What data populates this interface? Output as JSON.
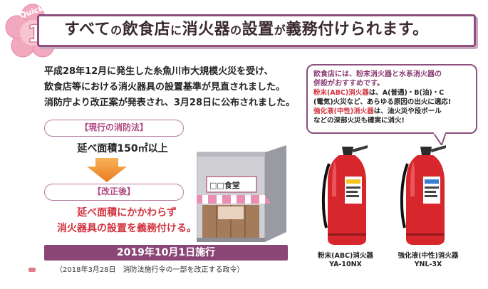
{
  "badge": {
    "label": "Quick",
    "number": "1"
  },
  "title": {
    "part1": "すべて",
    "part2": "の",
    "part3": "飲食店",
    "part4": "に",
    "part5": "消火器",
    "part6": "の",
    "part7": "設置",
    "part8": "が",
    "part9": "義務付けられます。"
  },
  "intro": {
    "line1": "平成28年12月に発生した糸魚川市大規模火災を受け、",
    "line2": "飲食店等における消火器具の設置基準が見直されました。",
    "line3": "消防庁より改正案が発表され、3月28日に公布されました。"
  },
  "current_law": {
    "label": "【現行の消防法】",
    "text": "延べ面積150㎡以上"
  },
  "after_revision": {
    "label": "【改正後】",
    "line1": "延べ面積にかかわらず",
    "line2": "消火器具の設置を義務付ける。"
  },
  "effective": {
    "date": "2019年10月1日施行",
    "note": "（2018年3月28日　消防法施行令の一部を改正する政令）"
  },
  "shop_sign": "□□食堂",
  "bubble": {
    "title1": "飲食店には、粉末消火器と水系消火器の",
    "title2": "併設がおすすめです。",
    "powder_name": "粉末(ABC)消火器",
    "powder_desc1": "は、A(普通)・B(油)・C",
    "powder_desc2": "(電気)火災など、あらゆる原因の出火に適応!",
    "liquid_name": "強化液(中性)消火器",
    "liquid_desc1": "は、油火災や段ボール",
    "liquid_desc2": "などの深部火災も確実に消火!"
  },
  "extinguishers": [
    {
      "caption": "粉末(ABC)消火器",
      "model": "YA-10NX"
    },
    {
      "caption": "強化液(中性)消火器",
      "model": "YNL-3X"
    }
  ],
  "colors": {
    "accent_purple": "#8e4f7e",
    "pink": "#b04a82",
    "red_text": "#d2343f",
    "date_band": "#8a4677",
    "extinguisher_red": "#d8262d"
  }
}
